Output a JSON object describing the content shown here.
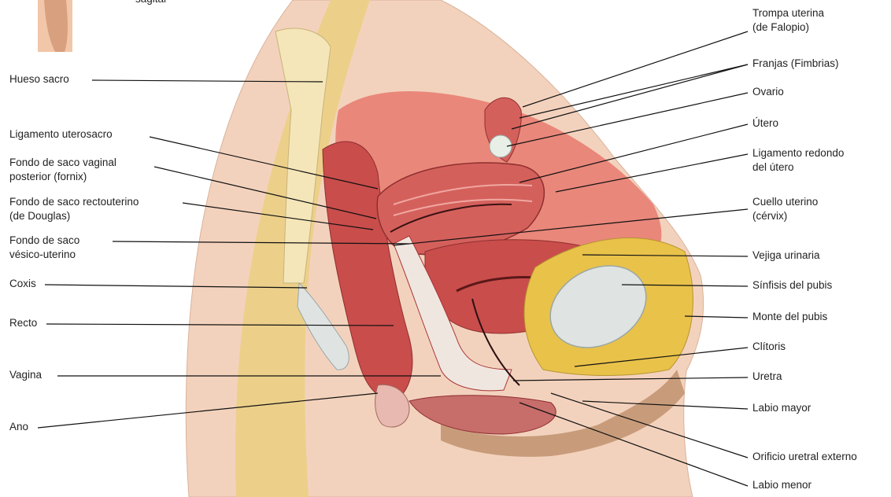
{
  "diagram": {
    "top_cutoff_text": "sagital",
    "labels_left": [
      {
        "id": "hueso-sacro",
        "text": "Hueso sacro"
      },
      {
        "id": "ligamento-uterosacro",
        "text": "Ligamento uterosacro"
      },
      {
        "id": "fondo-vaginal-posterior",
        "text": "Fondo de saco vaginal\nposterior (fornix)"
      },
      {
        "id": "fondo-rectouterino",
        "text": "Fondo de saco rectouterino\n(de Douglas)"
      },
      {
        "id": "fondo-vesicouterino",
        "text": "Fondo de saco\nvésico-uterino"
      },
      {
        "id": "coxis",
        "text": "Coxis"
      },
      {
        "id": "recto",
        "text": "Recto"
      },
      {
        "id": "vagina",
        "text": "Vagina"
      },
      {
        "id": "ano",
        "text": "Ano"
      }
    ],
    "labels_right": [
      {
        "id": "trompa-uterina",
        "text": "Trompa uterina\n(de Falopio)"
      },
      {
        "id": "franjas",
        "text": "Franjas (Fimbrias)"
      },
      {
        "id": "ovario",
        "text": "Ovario"
      },
      {
        "id": "utero",
        "text": "Útero"
      },
      {
        "id": "ligamento-redondo",
        "text": "Ligamento redondo\ndel útero"
      },
      {
        "id": "cuello-uterino",
        "text": "Cuello uterino\n(cérvix)"
      },
      {
        "id": "vejiga",
        "text": "Vejiga urinaria"
      },
      {
        "id": "sinfisis",
        "text": "Sínfisis del pubis"
      },
      {
        "id": "monte",
        "text": "Monte del pubis"
      },
      {
        "id": "clitoris",
        "text": "Clítoris"
      },
      {
        "id": "uretra",
        "text": "Uretra"
      },
      {
        "id": "labio-mayor",
        "text": "Labio mayor"
      },
      {
        "id": "orificio-uretral",
        "text": "Orificio uretral externo"
      },
      {
        "id": "labio-menor",
        "text": "Labio menor"
      }
    ],
    "colors": {
      "skin": "#f3d2bd",
      "fat": "#e9c24a",
      "bone": "#dfe3e2",
      "peritoneum": "#e9877a",
      "muscle": "#c94d4b",
      "mucosa": "#a83536",
      "leader": "#111111"
    }
  }
}
